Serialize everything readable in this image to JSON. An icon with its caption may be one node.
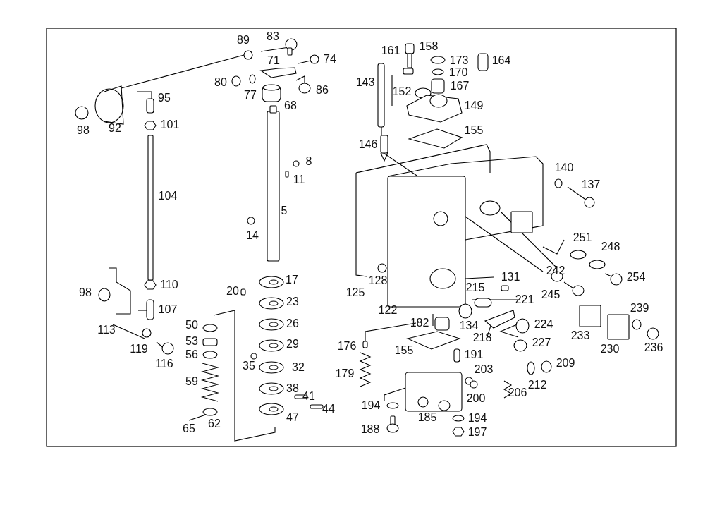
{
  "diagram": {
    "labels": [
      "89",
      "83",
      "74",
      "71",
      "80",
      "77",
      "86",
      "68",
      "95",
      "98",
      "92",
      "101",
      "161",
      "158",
      "173",
      "164",
      "170",
      "143",
      "152",
      "167",
      "149",
      "155",
      "146",
      "8",
      "11",
      "104",
      "140",
      "137",
      "5",
      "14",
      "251",
      "248",
      "242",
      "131",
      "254",
      "125",
      "128",
      "110",
      "98",
      "17",
      "20",
      "215",
      "245",
      "221",
      "23",
      "107",
      "239",
      "122",
      "134",
      "224",
      "182",
      "26",
      "50",
      "113",
      "233",
      "218",
      "227",
      "176",
      "236",
      "230",
      "53",
      "29",
      "155",
      "119",
      "191",
      "116",
      "56",
      "209",
      "35",
      "32",
      "203",
      "179",
      "59",
      "212",
      "206",
      "38",
      "41",
      "200",
      "194",
      "44",
      "47",
      "62",
      "65",
      "194",
      "185",
      "188",
      "197"
    ]
  }
}
